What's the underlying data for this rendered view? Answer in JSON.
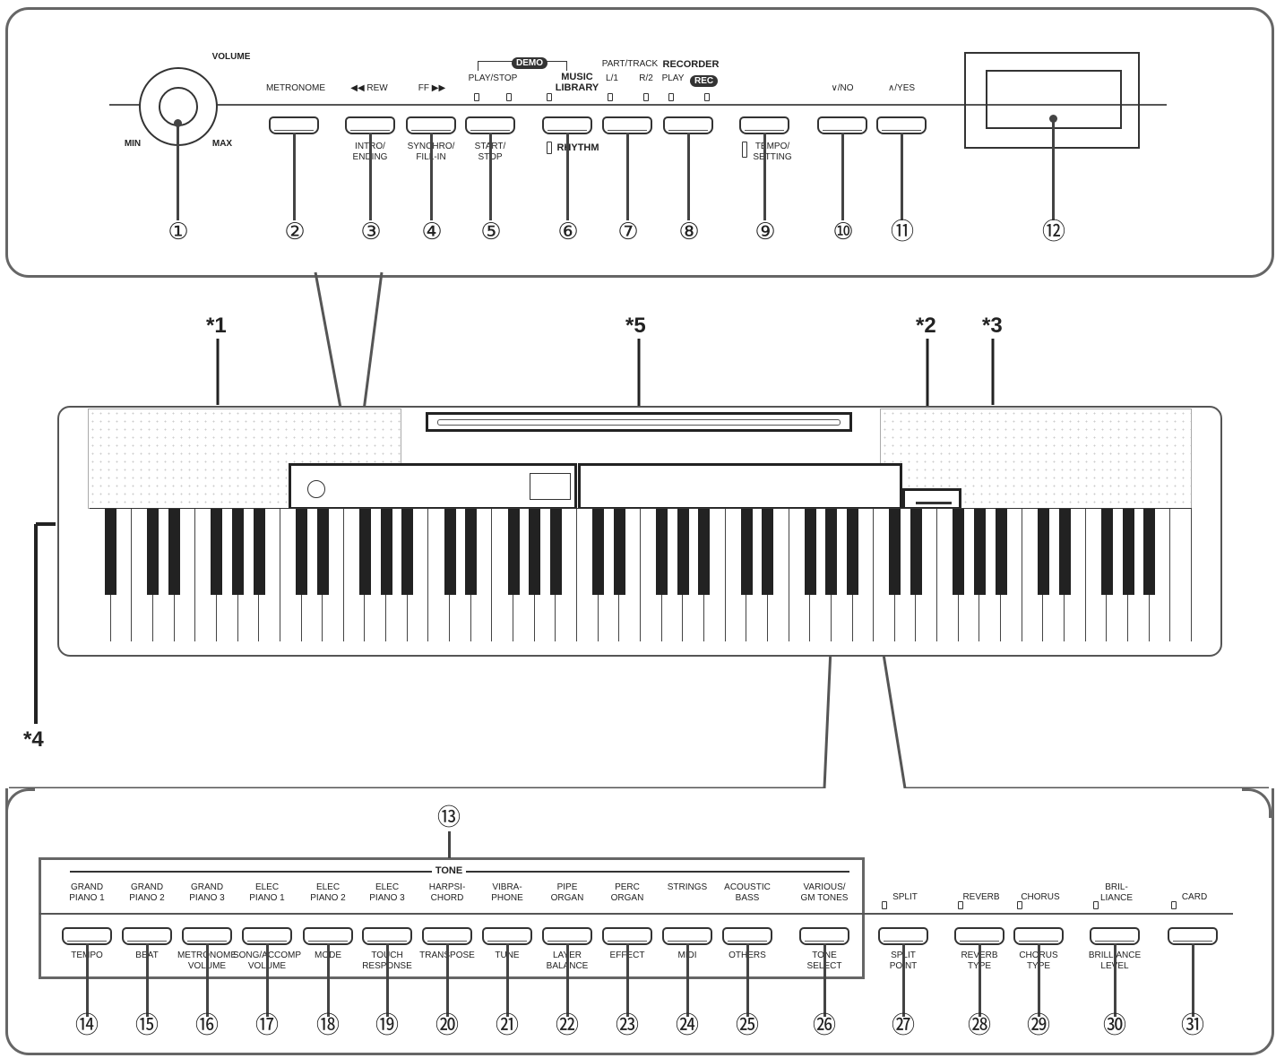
{
  "top_panel": {
    "volume": {
      "title": "VOLUME",
      "min": "MIN",
      "max": "MAX"
    },
    "upper_labels": {
      "metronome": "METRONOME",
      "rew": "◀◀ REW",
      "ff": "FF ▶▶",
      "demo_badge": "DEMO",
      "play_stop": "PLAY/STOP",
      "music_library": "MUSIC\nLIBRARY",
      "part_track": "PART/TRACK",
      "l1": "L/1",
      "r2": "R/2",
      "recorder": "RECORDER",
      "play": "PLAY",
      "rec_badge": "REC",
      "no": "∨/NO",
      "yes": "∧/YES"
    },
    "lower_labels": {
      "intro_ending": "INTRO/\nENDING",
      "synchro_fill": "SYNCHRO/\nFILL-IN",
      "start_stop": "START/\nSTOP",
      "rhythm": "RHYTHM",
      "tempo_setting": "TEMPO/\nSETTING"
    },
    "callouts": [
      "①",
      "②",
      "③",
      "④",
      "⑤",
      "⑥",
      "⑦",
      "⑧",
      "⑨",
      "⑩",
      "⑪",
      "⑫"
    ]
  },
  "keyboard": {
    "stars": [
      "*1",
      "*2",
      "*3",
      "*4",
      "*5"
    ]
  },
  "bottom_panel": {
    "group_callout": "⑬",
    "tone_title": "TONE",
    "tones": [
      "GRAND\nPIANO 1",
      "GRAND\nPIANO 2",
      "GRAND\nPIANO 3",
      "ELEC\nPIANO 1",
      "ELEC\nPIANO 2",
      "ELEC\nPIANO 3",
      "HARPSI-\nCHORD",
      "VIBRA-\nPHONE",
      "PIPE\nORGAN",
      "PERC\nORGAN",
      "STRINGS",
      "ACOUSTIC\nBASS",
      "VARIOUS/\nGM TONES"
    ],
    "functions": [
      "TEMPO",
      "BEAT",
      "METRONOME\nVOLUME",
      "SONG/ACCOMP\nVOLUME",
      "MODE",
      "TOUCH\nRESPONSE",
      "TRANSPOSE",
      "TUNE",
      "LAYER\nBALANCE",
      "EFFECT",
      "MIDI",
      "OTHERS",
      "TONE\nSELECT"
    ],
    "right_upper": [
      "SPLIT",
      "REVERB",
      "CHORUS",
      "BRIL-\nLIANCE",
      "CARD"
    ],
    "right_lower": [
      "SPLIT\nPOINT",
      "REVERB\nTYPE",
      "CHORUS\nTYPE",
      "BRILLIANCE\nLEVEL",
      ""
    ],
    "callouts": [
      "⑭",
      "⑮",
      "⑯",
      "⑰",
      "⑱",
      "⑲",
      "⑳",
      "㉑",
      "㉒",
      "㉓",
      "㉔",
      "㉕",
      "㉖",
      "㉗",
      "㉘",
      "㉙",
      "㉚",
      "㉛"
    ]
  }
}
